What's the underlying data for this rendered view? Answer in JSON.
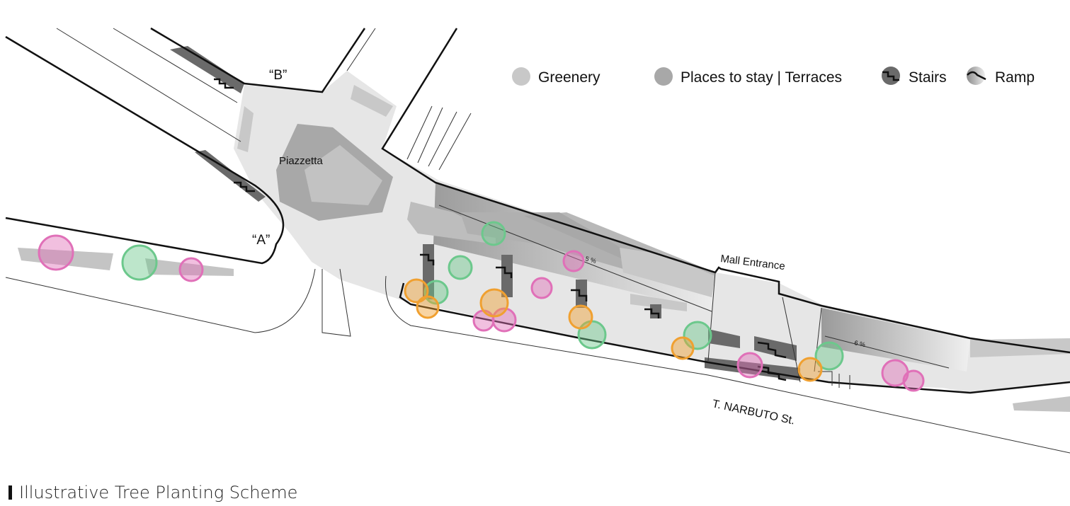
{
  "legend": {
    "greenery": "Greenery",
    "places": "Places to stay | Terraces",
    "stairs": "Stairs",
    "ramp": "Ramp"
  },
  "labels": {
    "b": "“B”",
    "a": "“A”",
    "piazzetta": "Piazzetta",
    "mall_entrance": "Mall Entrance",
    "street": "T. NARBUTO St.",
    "slope1": "5 %",
    "slope2": "6 %"
  },
  "caption": "Illustrative Tree Planting Scheme",
  "colors": {
    "pink": "#e070b8",
    "green": "#6cc88c",
    "orange": "#f0a030",
    "plaza": "#e4e4e4",
    "greenery": "#c8c8c8",
    "terrace": "#a8a8a8",
    "stairs": "#6a6a6a"
  }
}
